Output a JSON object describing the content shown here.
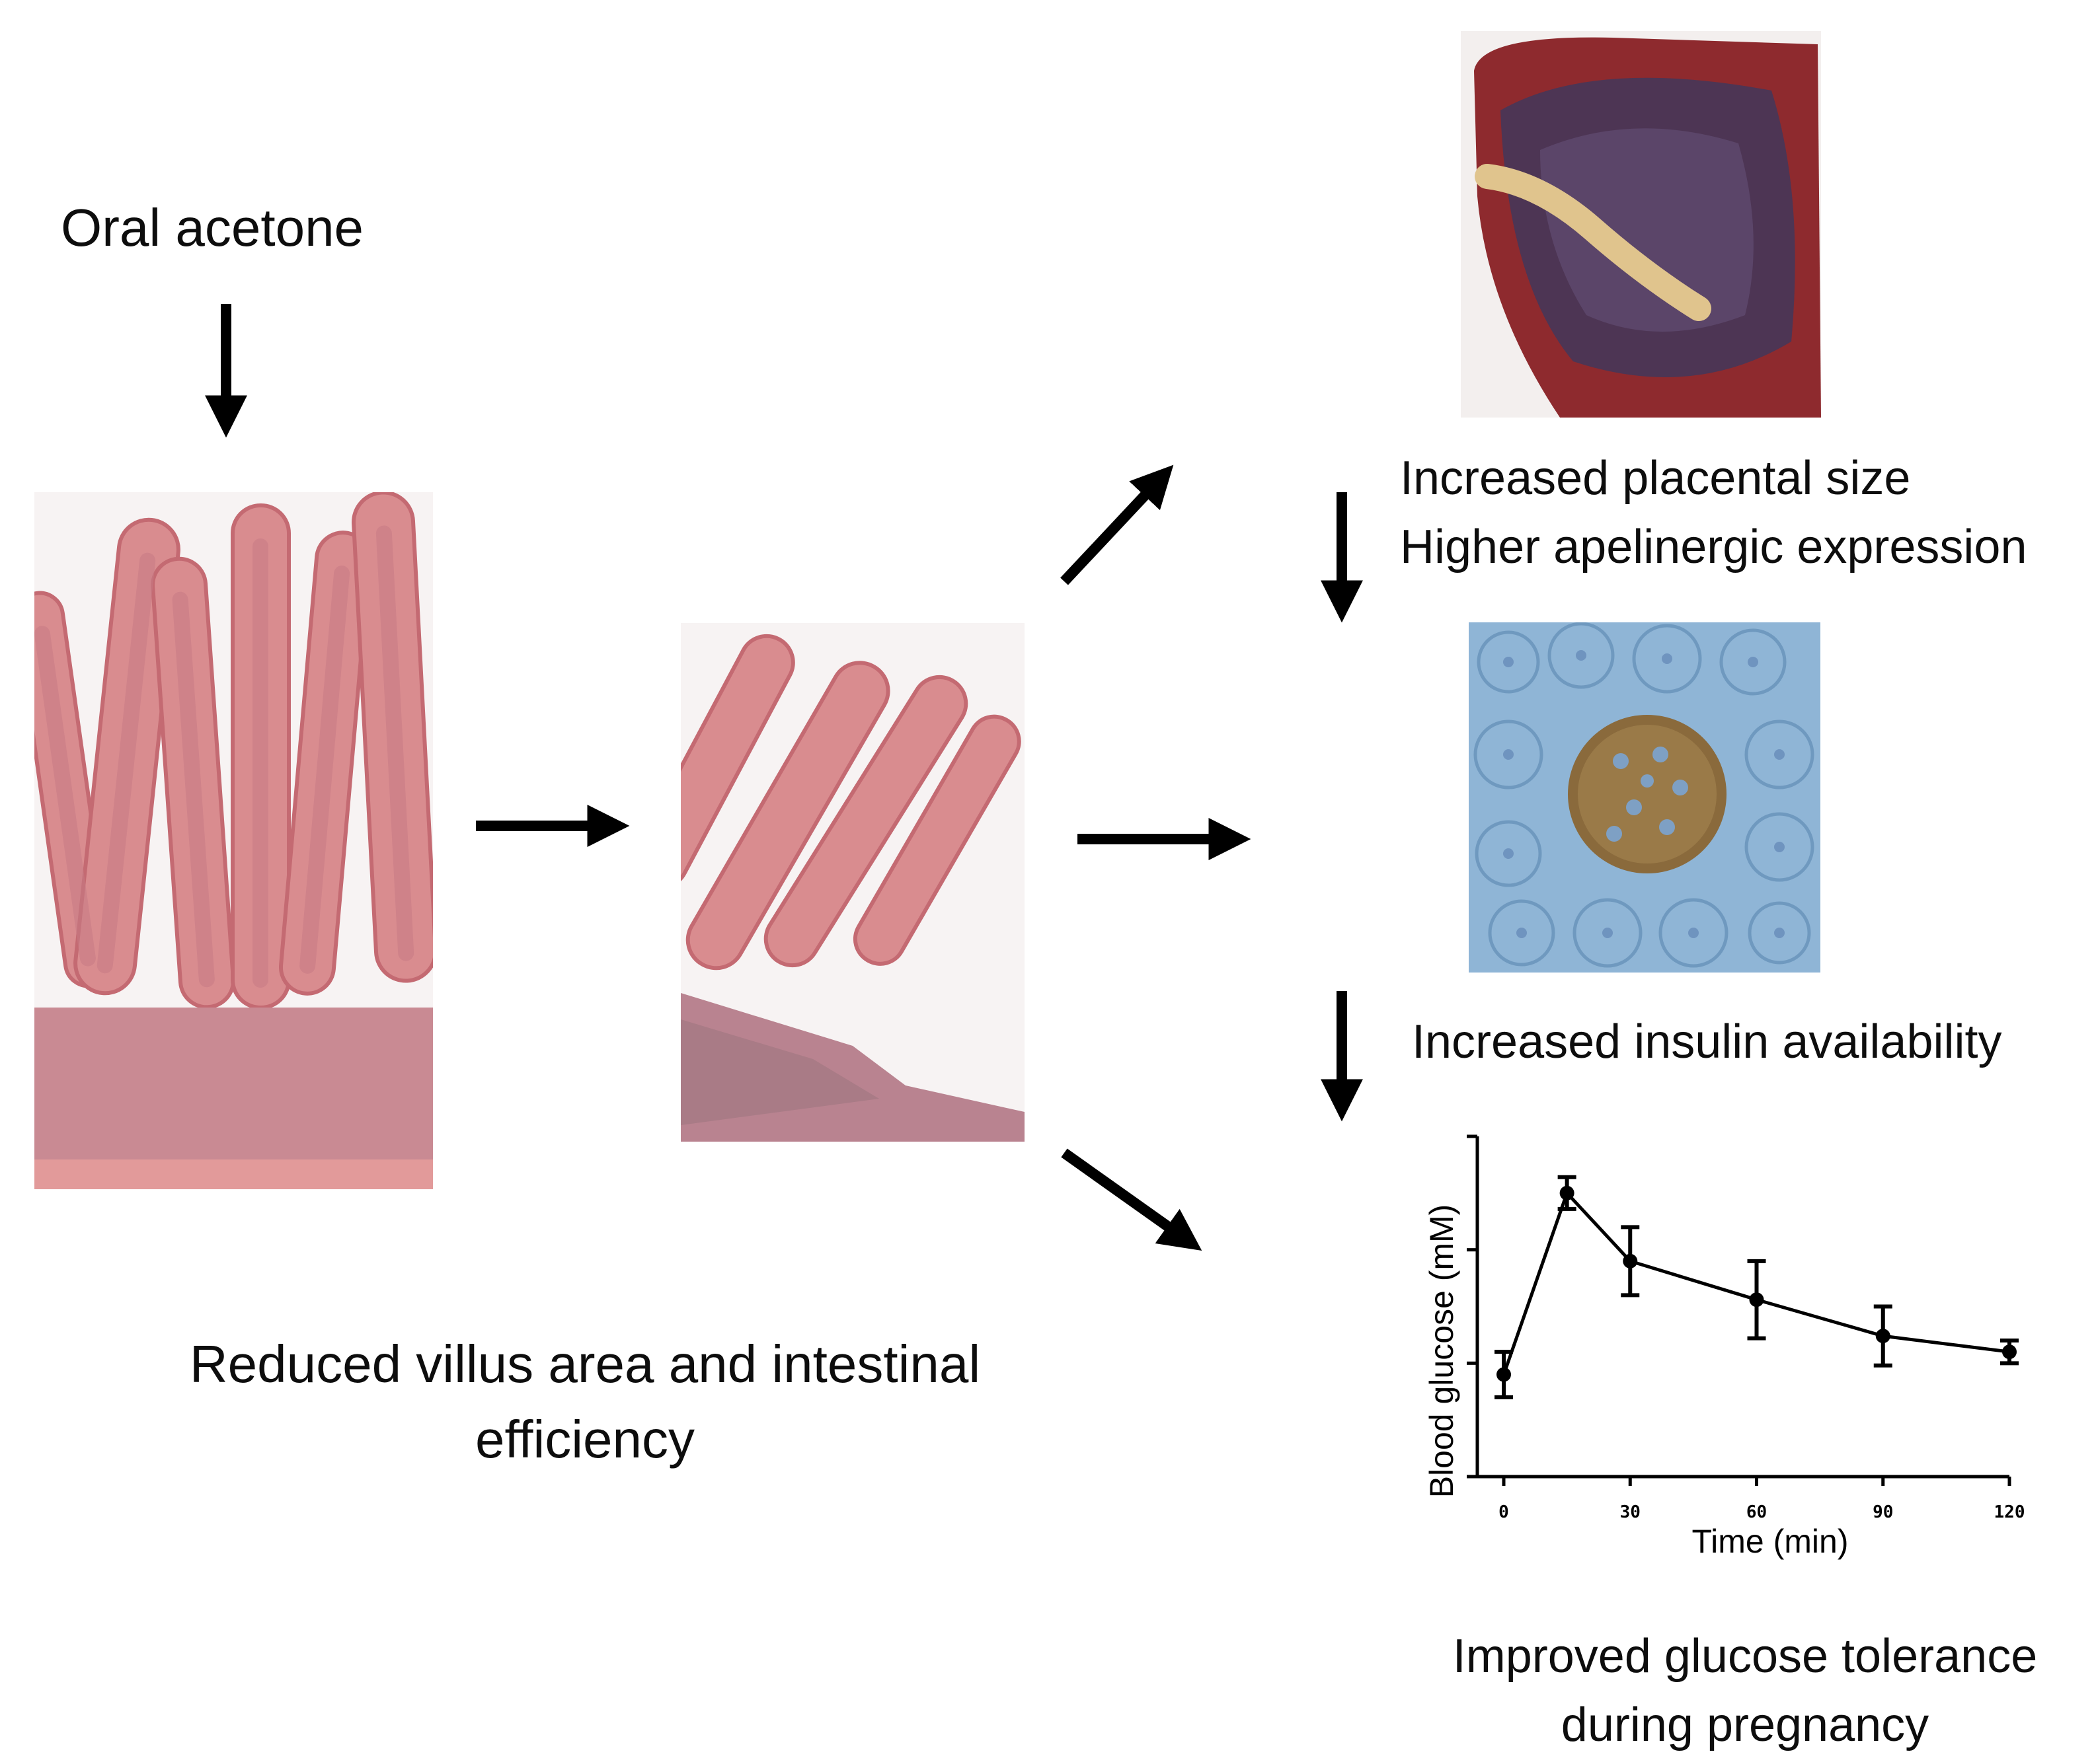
{
  "labels": {
    "input": "Oral acetone",
    "intestine_line1": "Reduced villus area and intestinal",
    "intestine_line2": "efficiency",
    "placenta_line1": "Increased placental size",
    "placenta_line2": "Higher apelinergic expression",
    "insulin": "Increased insulin availability",
    "outcome_line1": "Improved glucose tolerance",
    "outcome_line2": "during pregnancy"
  },
  "images": {
    "villi_normal": "intestinal-villi-histology-normal",
    "villi_reduced": "intestinal-villi-histology-reduced",
    "placenta": "placenta-photo",
    "islet": "pancreatic-islet-insulin-stain"
  },
  "colors": {
    "arrow": "#000000",
    "villus_pink": "#d98c8f",
    "villus_core": "#c77a86",
    "placenta_red": "#8e2a2e",
    "islet_blue": "#8fb5d6",
    "islet_brown": "#8a6a3c"
  },
  "chart_data": {
    "type": "line",
    "xlabel": "Time (min)",
    "ylabel": "Blood glucose (mM)",
    "x_ticks": [
      "0",
      "30",
      "60",
      "90",
      "120"
    ],
    "x": [
      0,
      15,
      30,
      60,
      90,
      120
    ],
    "y": [
      5.5,
      13.5,
      10.5,
      8.8,
      7.2,
      6.5
    ],
    "error": [
      1.0,
      0.7,
      1.5,
      1.7,
      1.3,
      0.5
    ],
    "xlim": [
      0,
      120
    ],
    "ylim": [
      1,
      16
    ],
    "y_ticks_labeled": false,
    "grid": false
  }
}
